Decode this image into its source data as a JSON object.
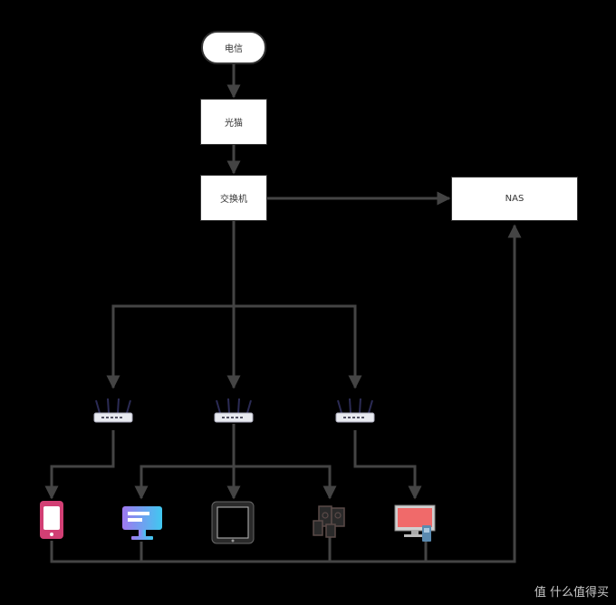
{
  "nodes": {
    "telecom": "电信",
    "optical_modem": "光猫",
    "switch": "交换机",
    "nas": "NAS"
  },
  "routers": [
    "router-icon",
    "router-icon",
    "router-icon"
  ],
  "devices": [
    "smartphone-icon",
    "desktop-computer-icon",
    "tablet-icon",
    "speaker-icon",
    "tv-icon"
  ],
  "watermark": "值 什么值得买"
}
